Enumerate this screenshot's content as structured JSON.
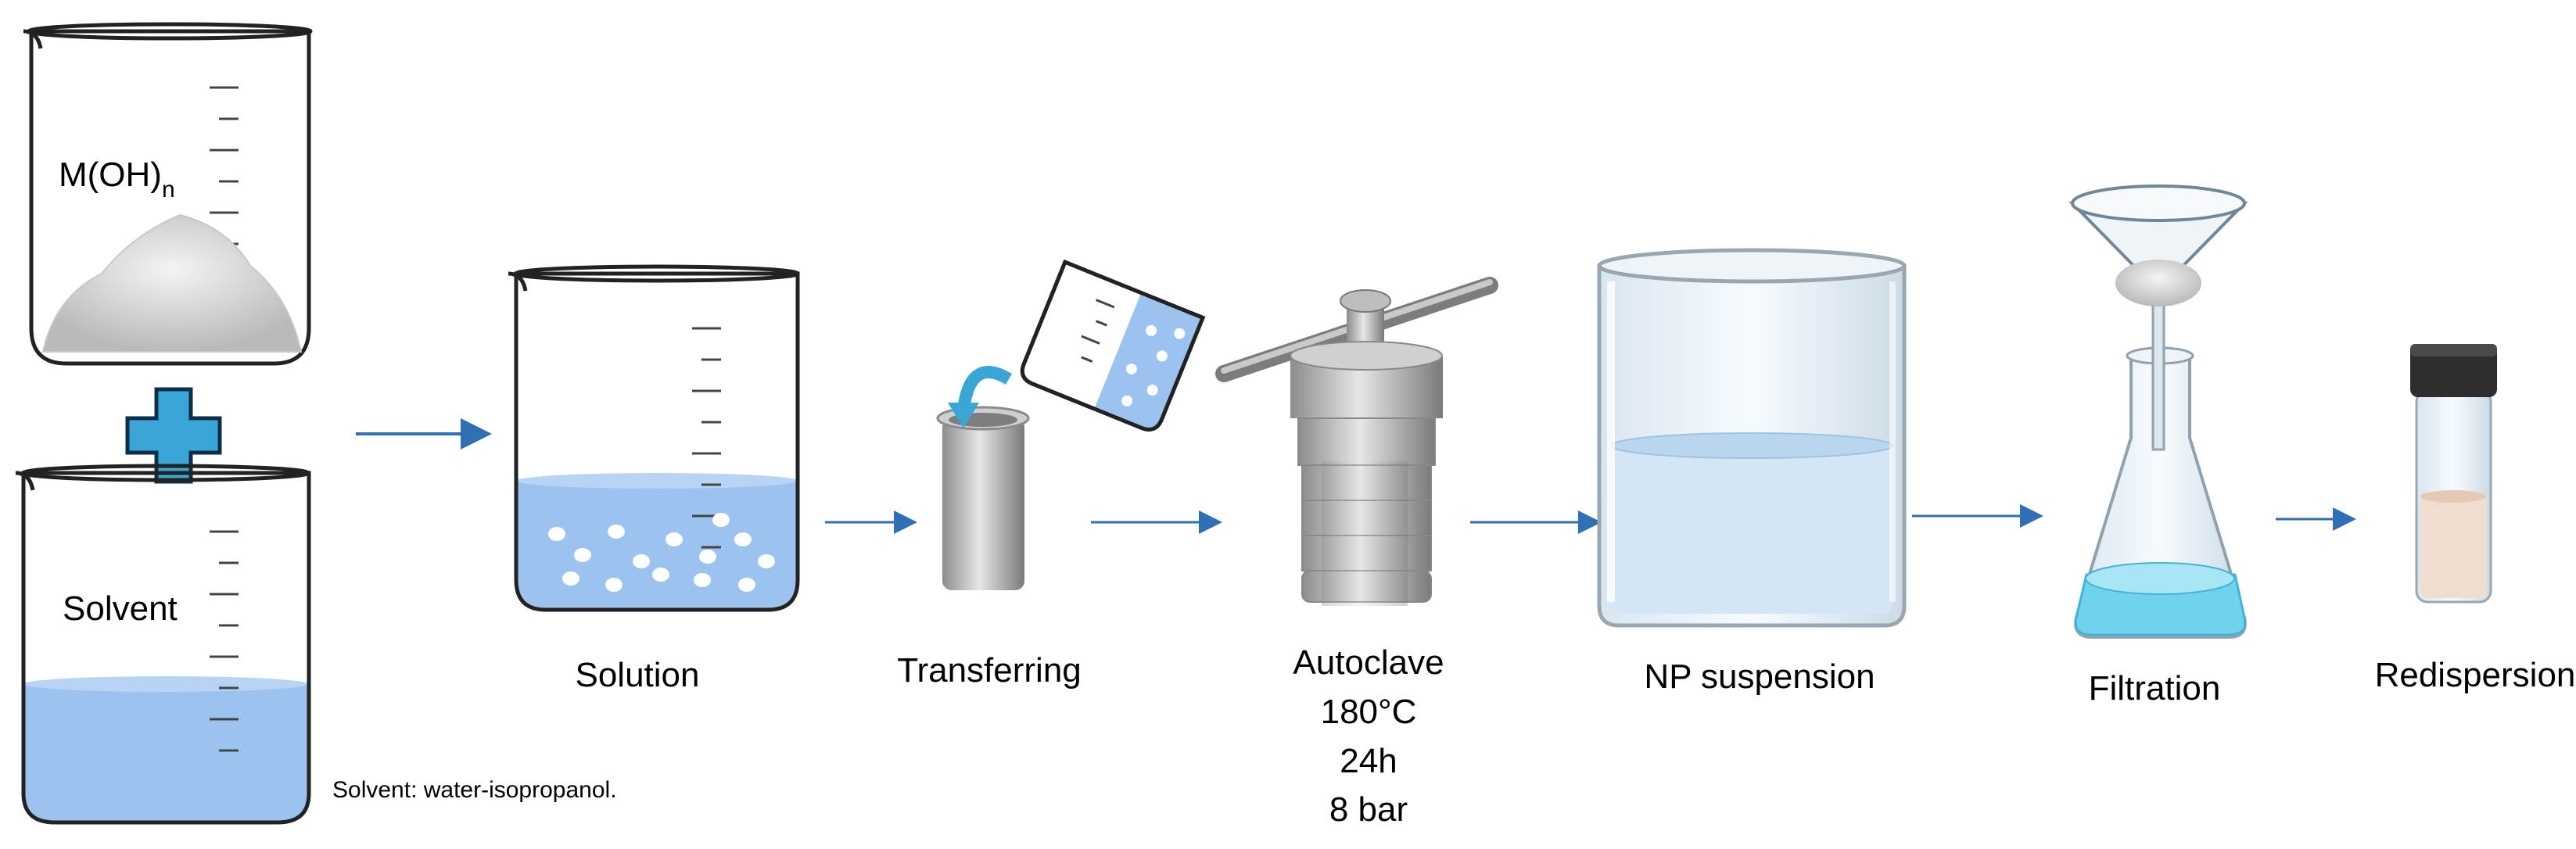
{
  "reagents": {
    "powder_label": "M(OH)",
    "powder_subscript": "n",
    "solvent_label": "Solvent",
    "plus_icon": "plus-icon",
    "solvent_note": "Solvent: water-isopropanol."
  },
  "steps": [
    {
      "id": "solution",
      "label": "Solution",
      "icon": "beaker-icon"
    },
    {
      "id": "transferring",
      "label": "Transferring",
      "icon": "pour-into-liner-icon"
    },
    {
      "id": "autoclave",
      "label": "Autoclave",
      "icon": "autoclave-icon",
      "conditions": [
        "180°C",
        "24h",
        "8 bar"
      ]
    },
    {
      "id": "np-suspension",
      "label": "NP suspension",
      "icon": "large-beaker-icon"
    },
    {
      "id": "filtration",
      "label": "Filtration",
      "icon": "funnel-flask-icon"
    },
    {
      "id": "redispersion",
      "label": "Redispersion",
      "icon": "vial-icon"
    }
  ],
  "colors": {
    "arrow": "#2f6fb3",
    "liquid": "#9cc3f0",
    "plus": "#3aa6d6",
    "glass_outline": "#222222",
    "metal": "#a8a8a8"
  }
}
